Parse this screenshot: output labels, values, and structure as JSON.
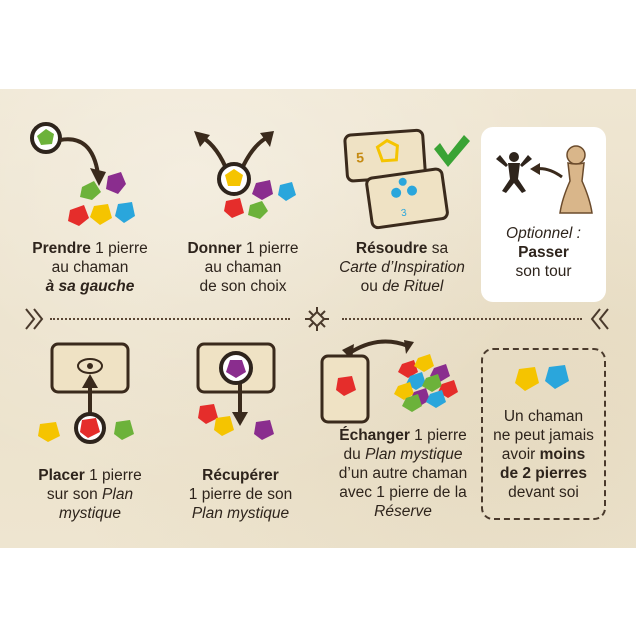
{
  "actions": {
    "prendre": {
      "bold": "Prendre",
      "rest1": " 1 pierre",
      "line2": "au chaman",
      "line3_bold_italic": "à sa gauche"
    },
    "donner": {
      "bold": "Donner",
      "rest1": " 1 pierre",
      "line2": "au chaman",
      "line3": "de son choix"
    },
    "resoudre": {
      "bold": "Résoudre",
      "rest1": " sa",
      "line2_italic": "Carte d’Inspiration",
      "line3_pre": "ou ",
      "line3_italic": "de Rituel"
    },
    "optionnel": {
      "italic": "Optionnel :",
      "bold": "Passer",
      "line3": "son tour"
    },
    "placer": {
      "bold": "Placer",
      "rest1": " 1 pierre",
      "line2_pre": "sur son ",
      "line2_italic": "Plan",
      "line3_italic": "mystique"
    },
    "recuperer": {
      "bold": "Récupérer",
      "line2": "1 pierre de son",
      "line3_italic": "Plan mystique"
    },
    "echanger": {
      "bold": "Échanger",
      "rest1": " 1 pierre",
      "line2_pre": "du ",
      "line2_italic": "Plan mystique",
      "line3": "d’un autre chaman",
      "line4": "avec 1 pierre de la",
      "line5_italic": "Réserve"
    },
    "rule": {
      "line1": "Un chaman",
      "line2": "ne peut jamais",
      "line3_pre": "avoir ",
      "line3_bold": "moins",
      "line4_bold": "de 2 pierres",
      "line5": "devant soi"
    }
  },
  "card_numbers": {
    "inspiration": "5",
    "ritual": "3"
  },
  "icons": [
    "arrow-icon",
    "stone-icon",
    "checkmark-icon",
    "shaman-pawn-icon",
    "ornament-icon",
    "card-icon"
  ],
  "colors": {
    "background": "#ece3cd",
    "text": "#2e241c",
    "green_stone": "#6cb23a",
    "purple_stone": "#8a2d8e",
    "red_stone": "#e52d2b",
    "yellow_stone": "#f5c400",
    "blue_stone": "#2aa6dc",
    "check": "#3aa335"
  }
}
